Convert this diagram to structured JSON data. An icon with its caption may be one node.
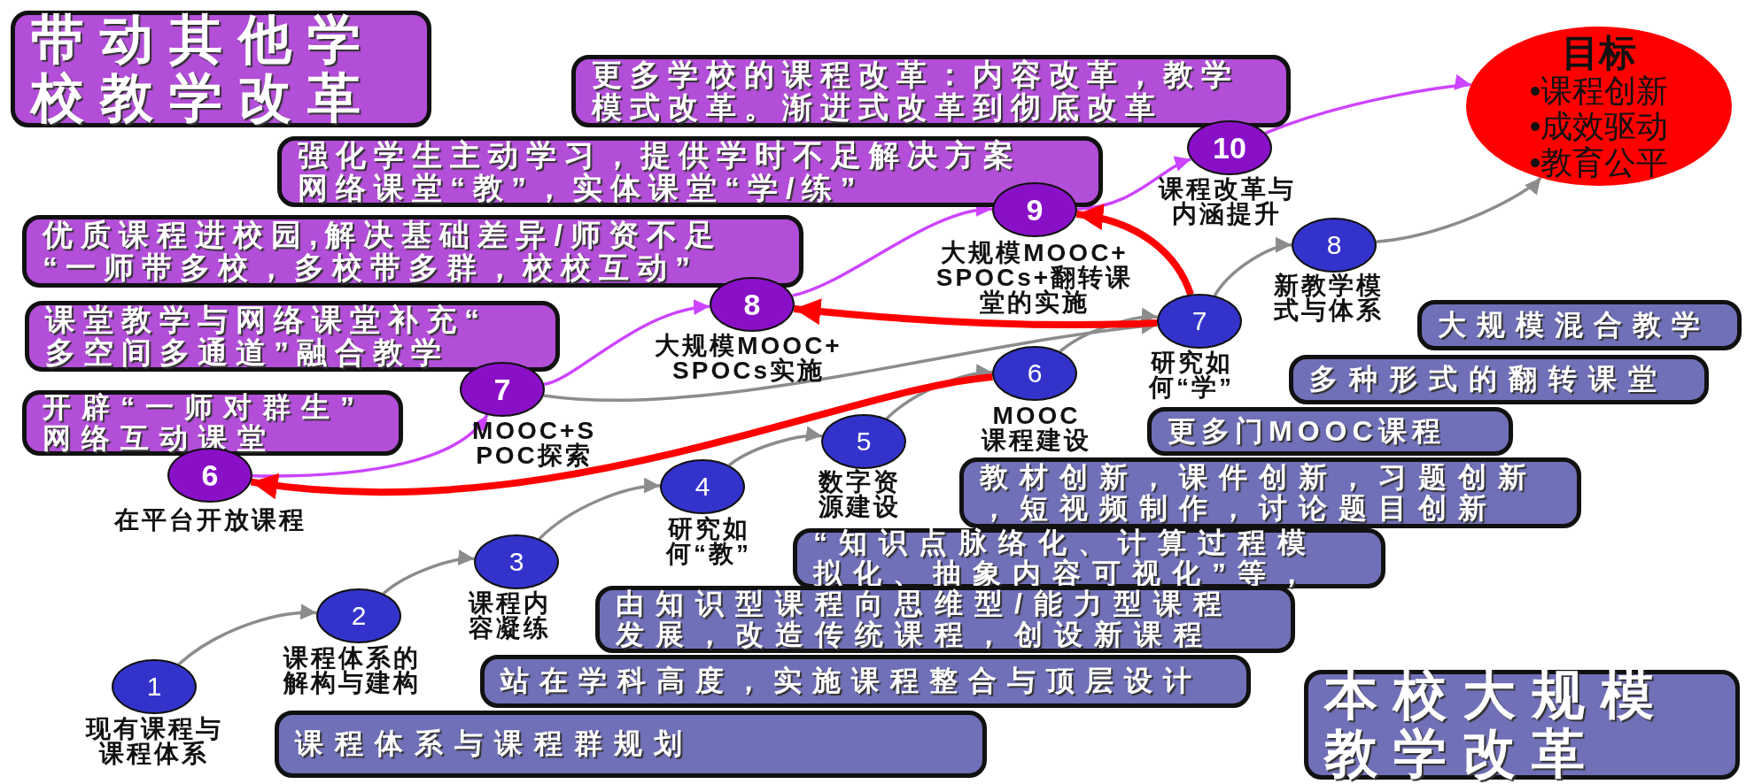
{
  "diagram": {
    "nodes": [
      {
        "text": [
          "带动其他学校教学改革"
        ]
      },
      {
        "text": [
          "更多学校的课程改革：内容改革，教学模式改革。渐进式改革到彻底改革"
        ]
      },
      {
        "text": [
          "目标",
          "•课程创新",
          "•成效驱动",
          "•教育公平"
        ]
      },
      {
        "text": [
          "10"
        ],
        "beside": [
          "课程改革与内涵提升"
        ]
      },
      {
        "text": [
          "强化学生主动学习，提供学时不足解决方案网络课堂“教”，实体课堂“学/练”"
        ]
      },
      {
        "text": [
          "9"
        ],
        "beside": [
          "大规模MOOC+SPOCs+翻转课堂的实施"
        ]
      },
      {
        "text": [
          "优质课程进校园,解决基础差异/师资不足“一师带多校，多校带多群，校校互动”"
        ]
      },
      {
        "text": [
          "8"
        ],
        "beside": [
          "新教学模式与体系"
        ]
      },
      {
        "text": [
          "8"
        ],
        "beside": [
          "大规模MOOC+ SPOCs实施"
        ]
      },
      {
        "text": [
          "课堂教学与网络课堂补充“多空间多通道”融合教学"
        ]
      },
      {
        "text": [
          "7"
        ],
        "beside": [
          "研究如何“学”"
        ]
      },
      {
        "text": [
          "大规模混合教学"
        ]
      },
      {
        "text": [
          "7"
        ],
        "beside": [
          "MOOC+SPOC探索"
        ]
      },
      {
        "text": [
          "6"
        ],
        "beside": [
          "MOOC课程建设"
        ]
      },
      {
        "text": [
          "多种形式的翻转课堂"
        ]
      },
      {
        "text": [
          "开辟“一师对群生”网络互动课堂"
        ]
      },
      {
        "text": [
          "6"
        ],
        "beside": [
          "在平台开放课程"
        ]
      },
      {
        "text": [
          "更多门MOOC课程"
        ]
      },
      {
        "text": [
          "5"
        ],
        "beside": [
          "数字资源建设"
        ]
      },
      {
        "text": [
          "教材创新，课件创新，习题创新，短视频制作，讨论题目创新"
        ]
      },
      {
        "text": [
          "4"
        ],
        "beside": [
          "研究如何“教”"
        ]
      },
      {
        "text": [
          "“知识点脉络化、计算过程模拟化、抽象内容可视化”等，"
        ]
      },
      {
        "text": [
          "3"
        ],
        "beside": [
          "课程内容凝练"
        ]
      },
      {
        "text": [
          "由知识型课程向思维型/能力型课程发展，改造传统课程，创设新课程"
        ]
      },
      {
        "text": [
          "2"
        ],
        "beside": [
          "课程体系的解构与建构"
        ]
      },
      {
        "text": [
          "站在学科高度，实施课程整合与顶层设计"
        ]
      },
      {
        "text": [
          "本校大规模教学改革"
        ]
      },
      {
        "text": [
          "1"
        ],
        "beside": [
          "现有课程与课程体系"
        ]
      },
      {
        "text": [
          "课程体系与课程群规划"
        ]
      }
    ],
    "edges": [
      {
        "from": 27,
        "to": 24,
        "arrow": "to"
      },
      {
        "from": 24,
        "to": 22,
        "arrow": "to"
      },
      {
        "from": 22,
        "to": 20,
        "arrow": "to"
      },
      {
        "from": 20,
        "to": 18,
        "arrow": "to"
      },
      {
        "from": 18,
        "to": 13,
        "arrow": "to"
      },
      {
        "from": 13,
        "to": 10,
        "arrow": "to"
      },
      {
        "from": 12,
        "to": 10,
        "arrow": "to"
      },
      {
        "from": 10,
        "to": 7,
        "arrow": "to"
      },
      {
        "from": 7,
        "to": 2,
        "arrow": "to"
      },
      {
        "from": 16,
        "to": 12,
        "arrow": "to",
        "color": "#cc44ff"
      },
      {
        "from": 12,
        "to": 8,
        "arrow": "to",
        "color": "#cc44ff"
      },
      {
        "from": 8,
        "to": 5,
        "arrow": "to",
        "color": "#cc44ff"
      },
      {
        "from": 5,
        "to": 3,
        "arrow": "to",
        "color": "#cc44ff"
      },
      {
        "from": 3,
        "to": 2,
        "arrow": "to",
        "color": "#cc44ff"
      },
      {
        "from": 10,
        "to": 8,
        "arrow": "to",
        "style": "thick",
        "color": "#ff0000"
      },
      {
        "from": 10,
        "to": 5,
        "arrow": "to",
        "style": "thick",
        "color": "#ff0000"
      },
      {
        "from": 13,
        "to": 16,
        "arrow": "to",
        "style": "thick",
        "color": "#ff0000"
      }
    ]
  }
}
